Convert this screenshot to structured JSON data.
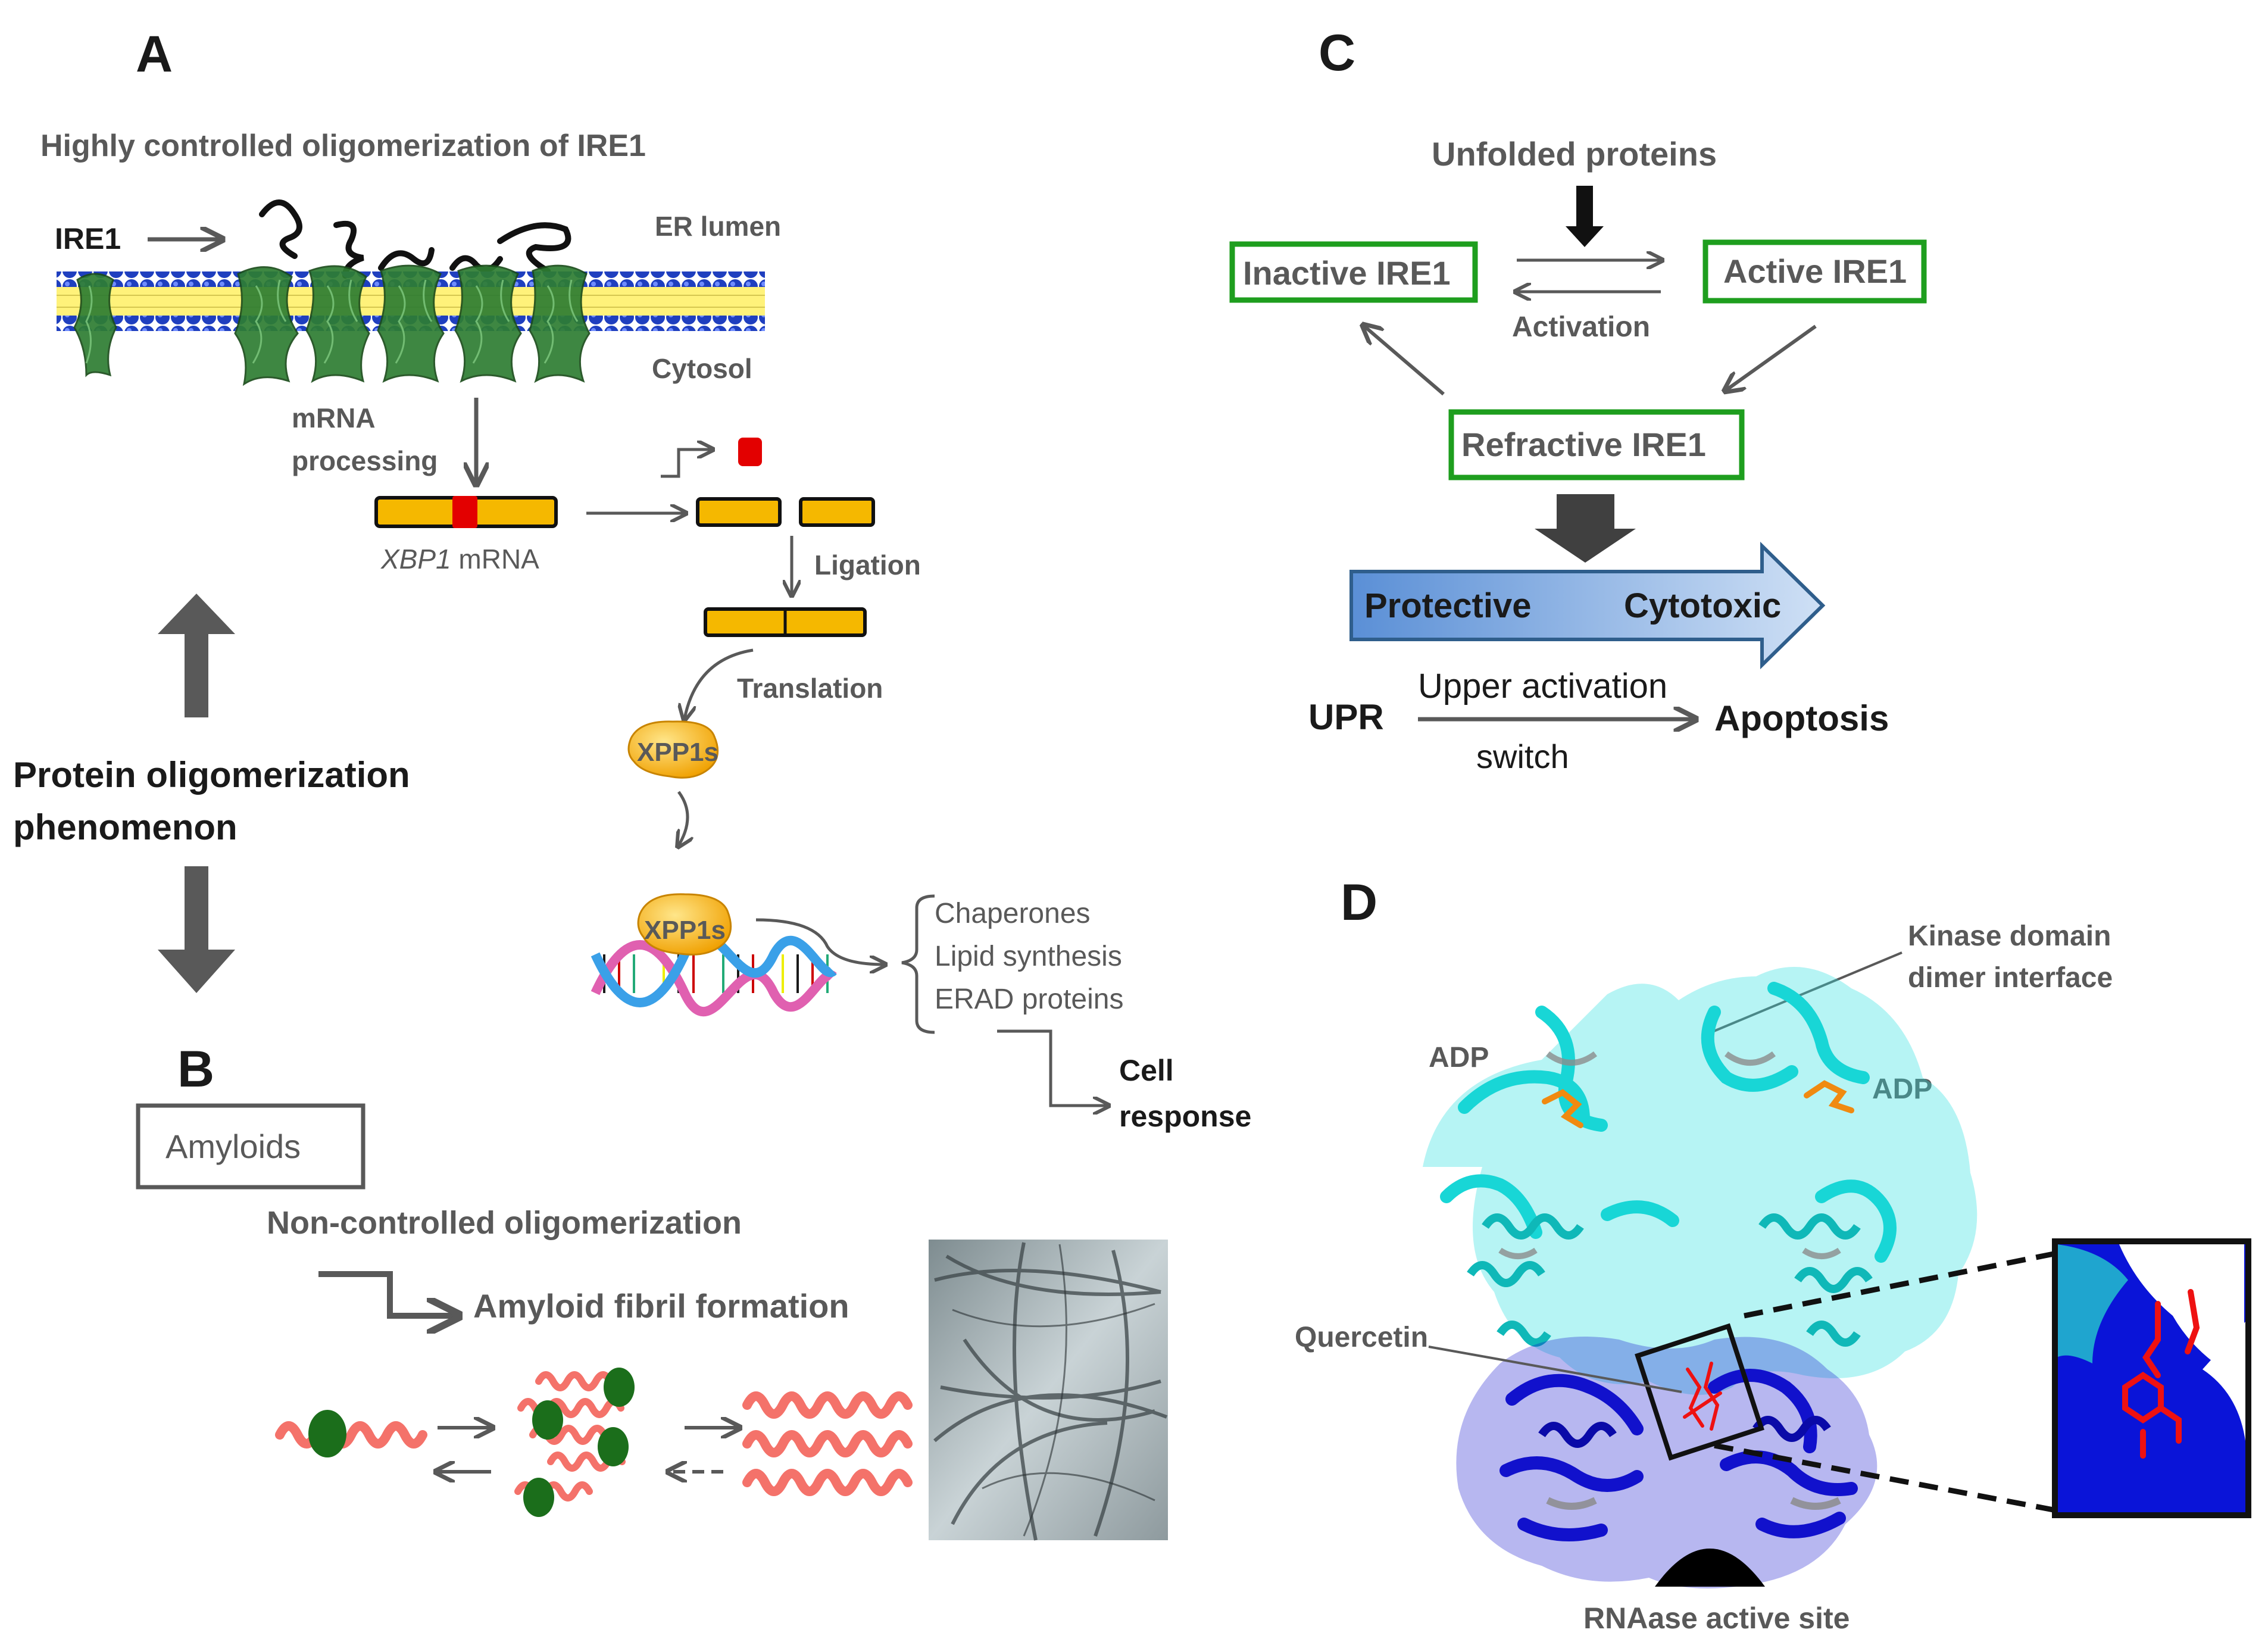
{
  "panels": {
    "a": {
      "letter": "A",
      "title": "Highly controlled oligomerization of IRE1",
      "ire1": "IRE1",
      "er_lumen": "ER lumen",
      "cytosol": "Cytosol",
      "mrna_processing_1": "mRNA",
      "mrna_processing_2": "processing",
      "xbp1_italic": "XBP1",
      "xbp1_rest": " mRNA",
      "ligation": "Ligation",
      "translation": "Translation",
      "protein_label": "XPP1s",
      "targets": [
        "Chaperones",
        "Lipid synthesis",
        "ERAD proteins"
      ],
      "cell_response_1": "Cell",
      "cell_response_2": "response",
      "colors": {
        "exon": "#f5b800",
        "intron": "#e30000",
        "membrane_head": "#1f3fbf",
        "membrane_tail": "#fff27a",
        "protein": "#2e7d32"
      }
    },
    "center": {
      "phenomenon_1": "Protein oligomerization",
      "phenomenon_2": "phenomenon"
    },
    "b": {
      "letter": "B",
      "box": "Amyloids",
      "noncontrolled": "Non-controlled oligomerization",
      "fibril": "Amyloid fibril formation",
      "colors": {
        "fibril": "#f4726a",
        "monomer": "#1b6e1b"
      }
    },
    "c": {
      "letter": "C",
      "unfolded": "Unfolded proteins",
      "inactive": "Inactive IRE1",
      "active": "Active IRE1",
      "activation": "Activation",
      "refractive": "Refractive IRE1",
      "protective": "Protective",
      "cytotoxic": "Cytotoxic",
      "upr": "UPR",
      "upper_activation": "Upper activation",
      "apoptosis": "Apoptosis",
      "switch": "switch",
      "colors": {
        "box_border": "#1e9e1e",
        "arrow_fill": "#a9c8ec",
        "arrow_border": "#2f5e8c"
      }
    },
    "d": {
      "letter": "D",
      "kinase_1": "Kinase domain",
      "kinase_2": "dimer interface",
      "adp_left": "ADP",
      "adp_right": "ADP",
      "quercetin": "Quercetin",
      "rnaase": "RNAase active site",
      "colors": {
        "kinase": "#2ee0e0",
        "rnase": "#1111cc",
        "ligand": "#ee1111",
        "adp": "#f08a10"
      }
    }
  }
}
